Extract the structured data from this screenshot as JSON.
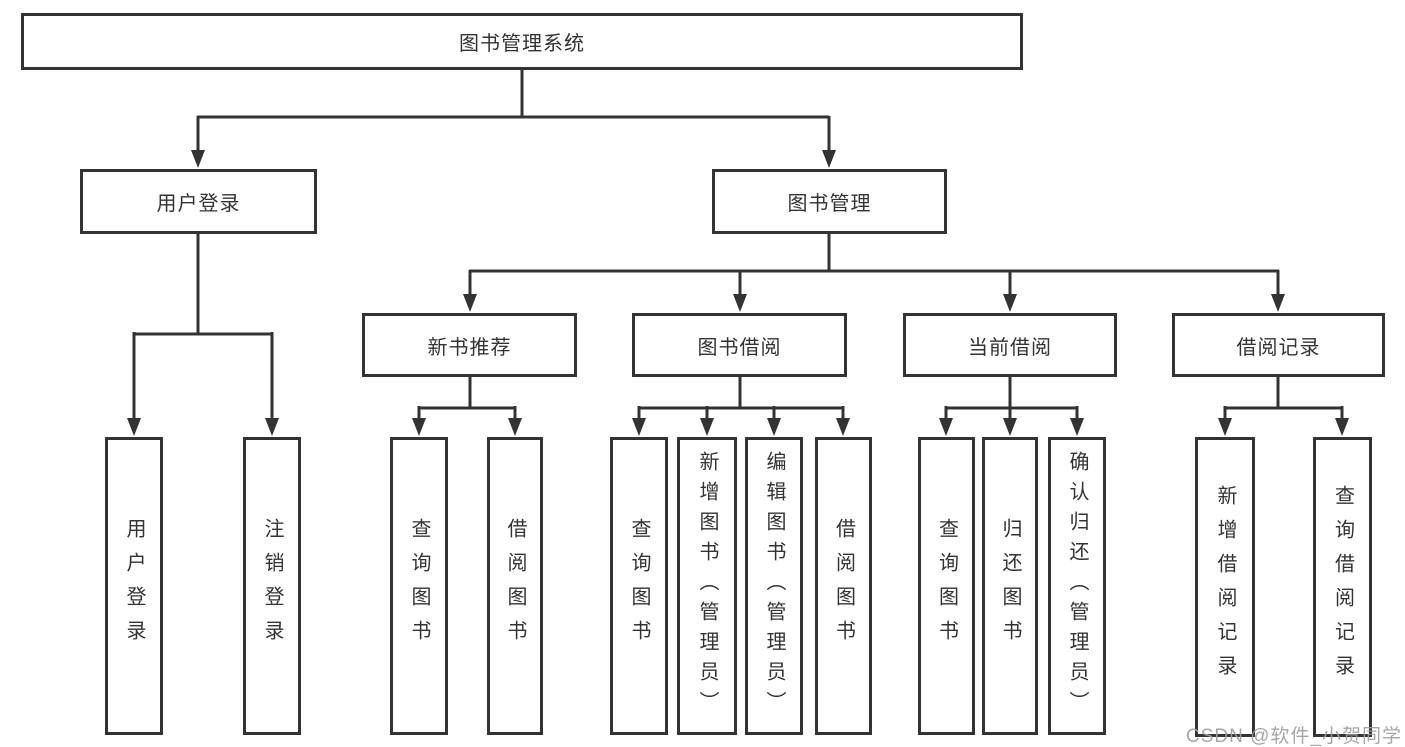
{
  "nodes": {
    "root": {
      "label": "图书管理系统"
    },
    "user_login": {
      "label": "用户登录"
    },
    "book_mgmt": {
      "label": "图书管理"
    },
    "new_book_rec": {
      "label": "新书推荐"
    },
    "book_borrow": {
      "label": "图书借阅"
    },
    "current_borrow": {
      "label": "当前借阅"
    },
    "borrow_record": {
      "label": "借阅记录"
    },
    "leaf_user_login": {
      "label": "用户登录"
    },
    "leaf_logout": {
      "label": "注销登录"
    },
    "leaf_query_book_1": {
      "label": "查询图书"
    },
    "leaf_borrow_book_1": {
      "label": "借阅图书"
    },
    "leaf_query_book_2": {
      "label": "查询图书"
    },
    "leaf_add_book": {
      "label": "新增图书（管理员）"
    },
    "leaf_edit_book": {
      "label": "编辑图书（管理员）"
    },
    "leaf_borrow_book_2": {
      "label": "借阅图书"
    },
    "leaf_query_book_3": {
      "label": "查询图书"
    },
    "leaf_return_book": {
      "label": "归还图书"
    },
    "leaf_confirm_return": {
      "label": "确认归还（管理员）"
    },
    "leaf_add_borrow_record": {
      "label": "新增借阅记录"
    },
    "leaf_query_borrow_record": {
      "label": "查询借阅记录"
    }
  },
  "hierarchy": {
    "图书管理系统": {
      "用户登录": [
        "用户登录",
        "注销登录"
      ],
      "图书管理": {
        "新书推荐": [
          "查询图书",
          "借阅图书"
        ],
        "图书借阅": [
          "查询图书",
          "新增图书（管理员）",
          "编辑图书（管理员）",
          "借阅图书"
        ],
        "当前借阅": [
          "查询图书",
          "归还图书",
          "确认归还（管理员）"
        ],
        "借阅记录": [
          "新增借阅记录",
          "查询借阅记录"
        ]
      }
    }
  },
  "watermark": {
    "text": "CSDN @软件_小贺同学"
  },
  "colors": {
    "line": "#333333",
    "box_border": "#333333",
    "text": "#333333",
    "background": "#ffffff",
    "watermark": "#9e9e9e"
  }
}
